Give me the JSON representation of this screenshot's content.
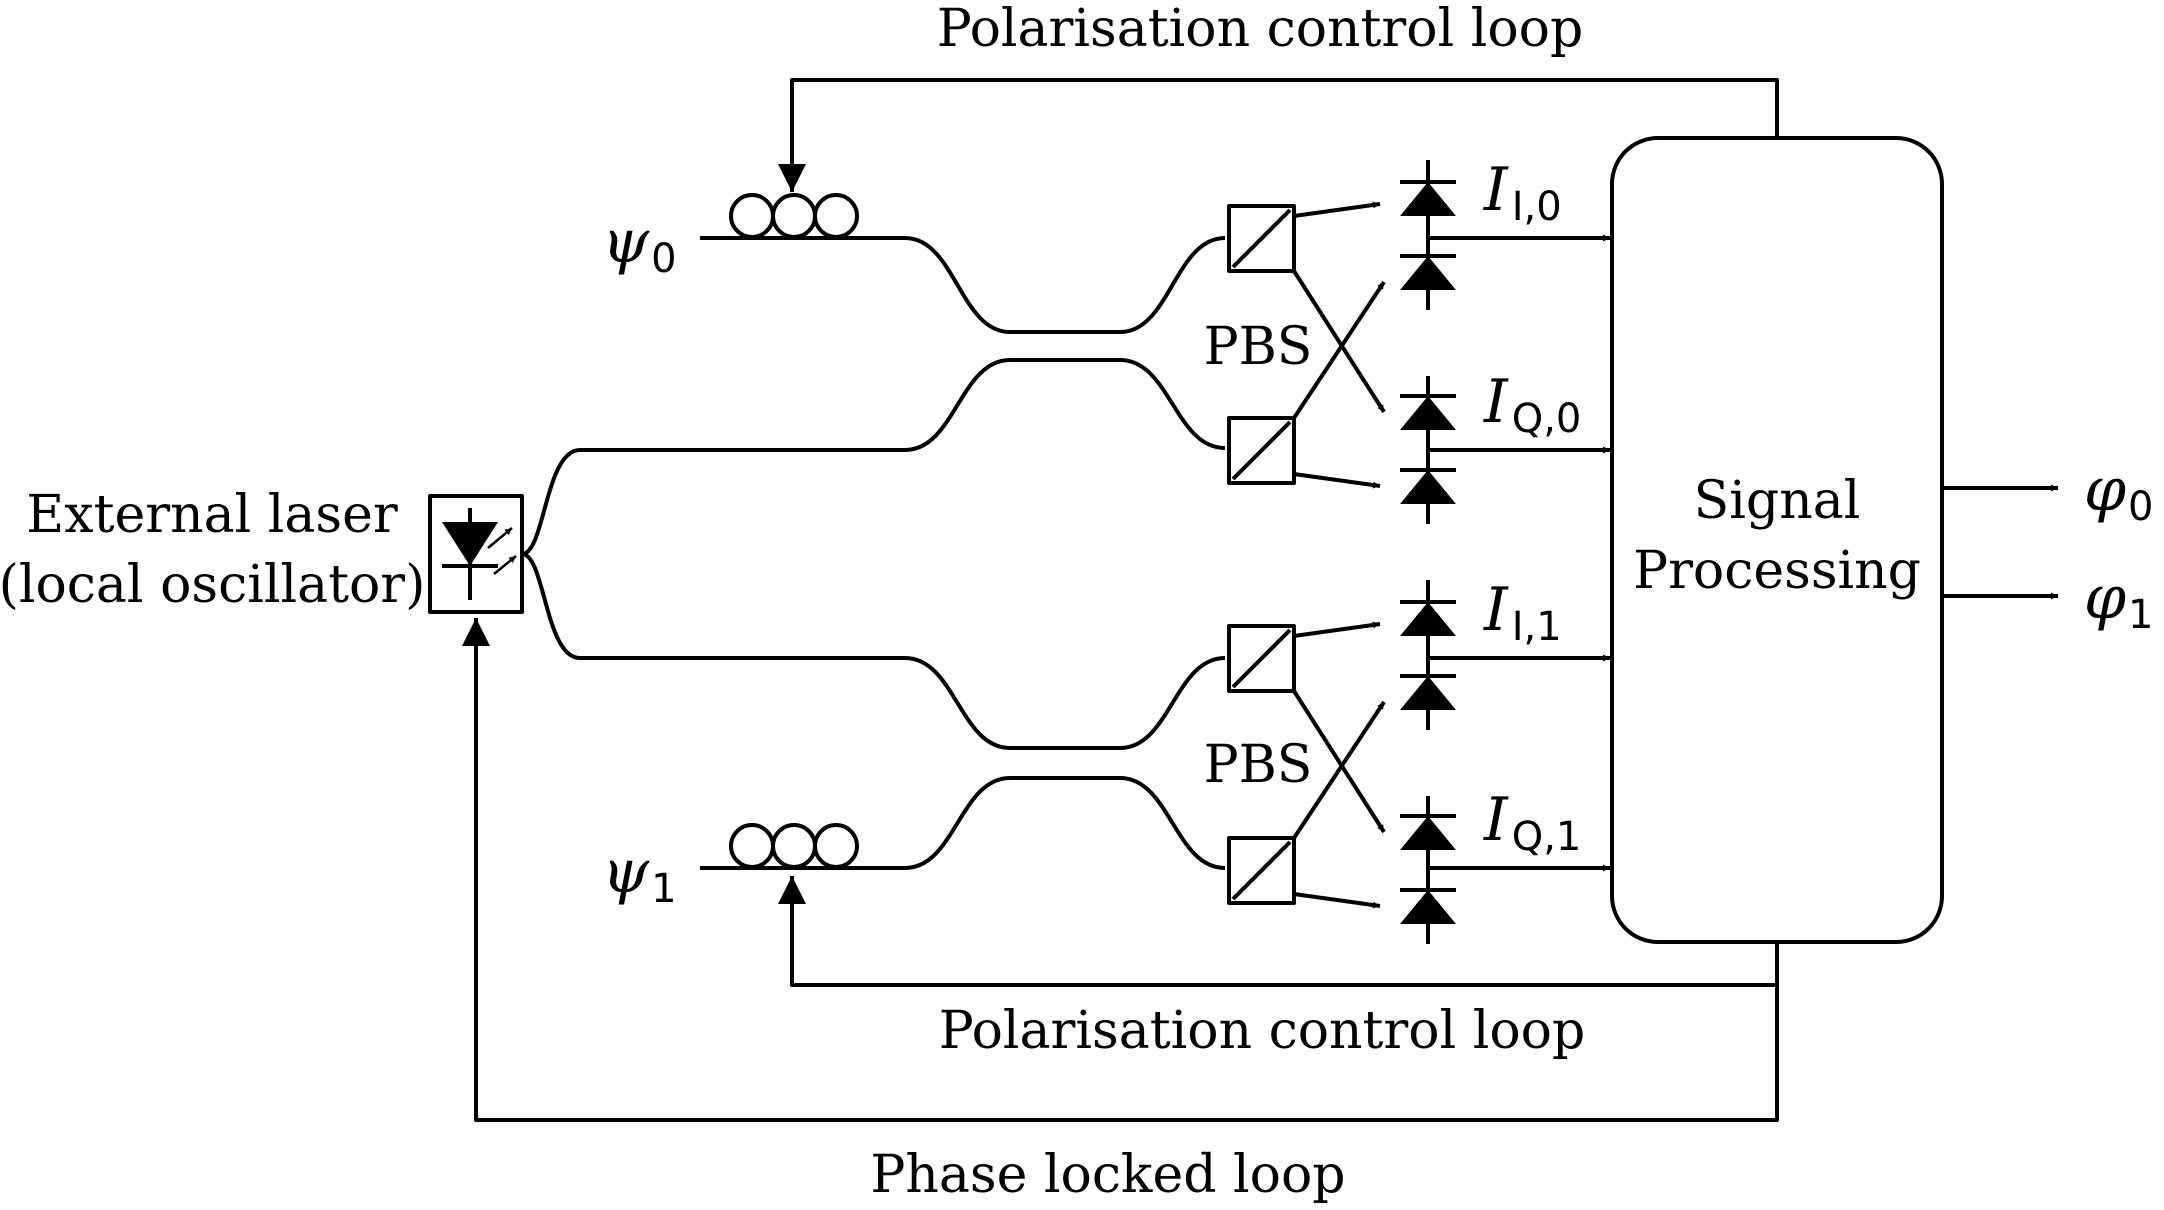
{
  "labels": {
    "top_loop": "Polarisation control loop",
    "bottom_loop": "Polarisation control loop",
    "pll": "Phase locked loop",
    "laser_line1": "External laser",
    "laser_line2": "(local oscillator)",
    "pbs_top": "PBS",
    "pbs_bottom": "PBS",
    "sp_line1": "Signal",
    "sp_line2": "Processing"
  },
  "inputs": [
    {
      "symbol": "ψ",
      "sub": "0"
    },
    {
      "symbol": "ψ",
      "sub": "1"
    }
  ],
  "currents": [
    {
      "symbol": "I",
      "sub": "I,0"
    },
    {
      "symbol": "I",
      "sub": "Q,0"
    },
    {
      "symbol": "I",
      "sub": "I,1"
    },
    {
      "symbol": "I",
      "sub": "Q,1"
    }
  ],
  "outputs": [
    {
      "symbol": "φ",
      "sub": "0"
    },
    {
      "symbol": "φ",
      "sub": "1"
    }
  ],
  "colors": {
    "line": "#000000",
    "processing_fill": "#f2f2f2"
  }
}
